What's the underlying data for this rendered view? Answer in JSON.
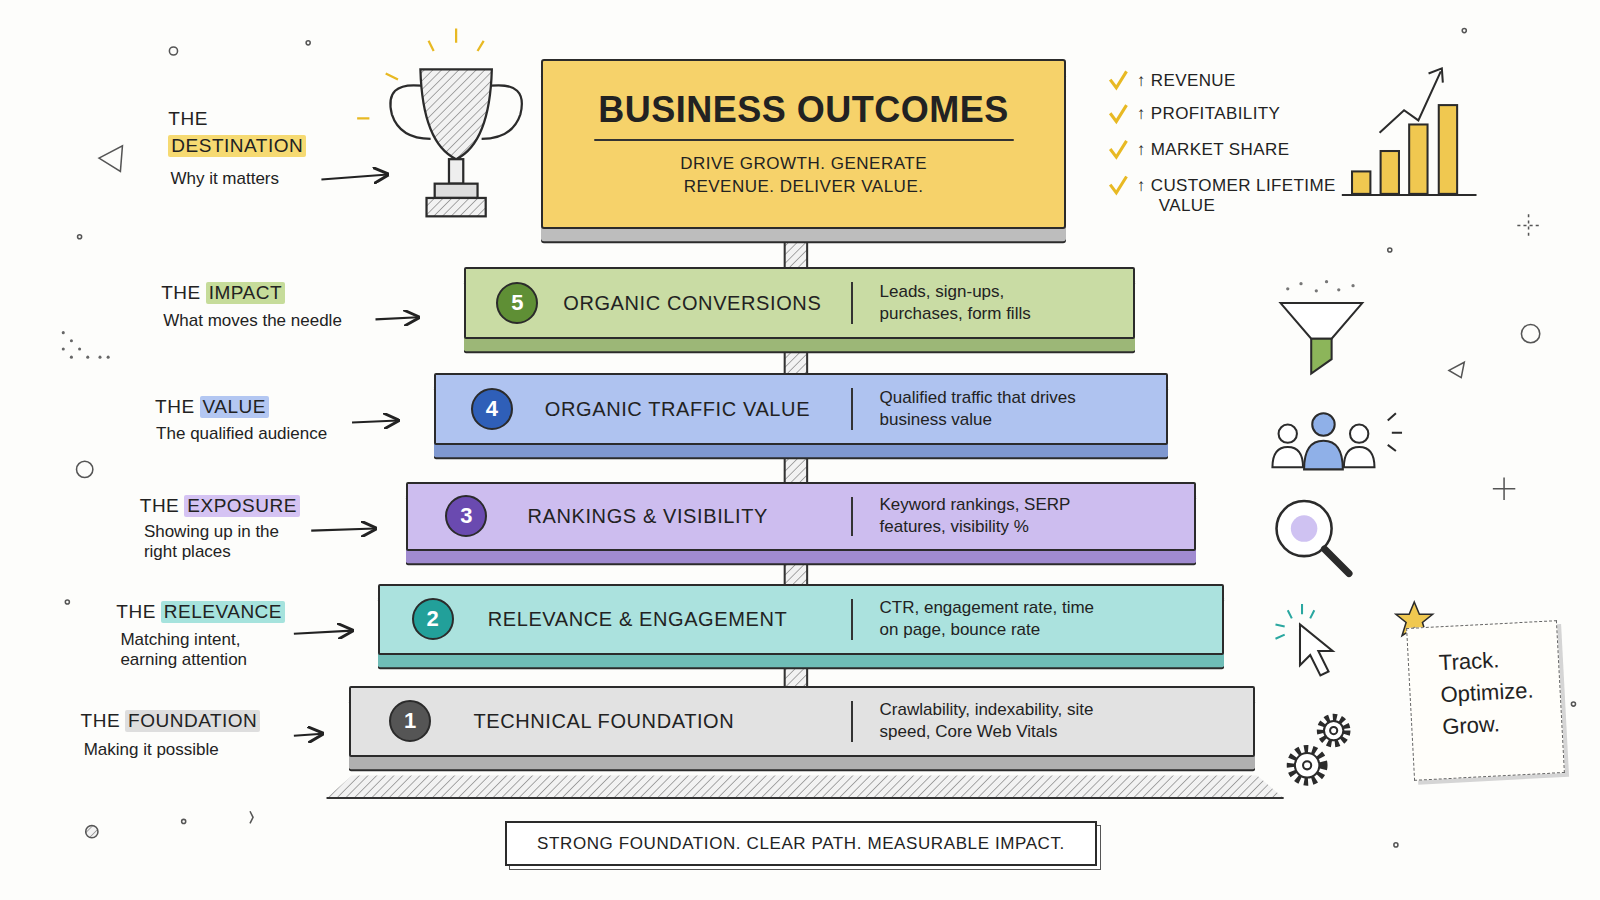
{
  "diagram": {
    "nodes": [
      {
        "text": [
          "BUSINESS OUTCOMES",
          "DRIVE GROWTH. GENERATE REVENUE. DELIVER VALUE."
        ]
      },
      {
        "text": [
          "ORGANIC CONVERSIONS",
          "Leads, sign-ups, purchases, form fills"
        ]
      },
      {
        "text": [
          "5"
        ],
        "in": 1
      },
      {
        "text": [
          "ORGANIC TRAFFIC VALUE",
          "Qualified traffic that drives business value"
        ]
      },
      {
        "text": [
          "4"
        ],
        "in": 3
      },
      {
        "text": [
          "RANKINGS & VISIBILITY",
          "Keyword rankings, SERP features, visibility %"
        ]
      },
      {
        "text": [
          "3"
        ],
        "in": 5
      },
      {
        "text": [
          "RELEVANCE & ENGAGEMENT",
          "CTR, engagement rate, time on page, bounce rate"
        ]
      },
      {
        "text": [
          "2"
        ],
        "in": 7
      },
      {
        "text": [
          "TECHNICAL FOUNDATION",
          "Crawlability, indexability, site speed, Core Web Vitals"
        ]
      },
      {
        "text": [
          "1"
        ],
        "in": 9
      },
      {
        "text": [
          "STRONG FOUNDATION. CLEAR PATH. MEASURABLE IMPACT."
        ]
      },
      {
        "text": [
          "Track. Optimize. Grow."
        ]
      }
    ],
    "labels": [
      "THE",
      "DESTINATION",
      "Why it matters",
      "THE",
      "IMPACT",
      "What moves the needle",
      "THE",
      "VALUE",
      "The qualified audience",
      "THE",
      "EXPOSURE",
      "Showing up in the right places",
      "THE",
      "RELEVANCE",
      "Matching intent, earning attention",
      "THE",
      "FOUNDATION",
      "Making it possible",
      "↑ REVENUE",
      "↑ PROFITABILITY",
      "↑ MARKET SHARE",
      "↑ CUSTOMER LIFETIME VALUE"
    ]
  }
}
